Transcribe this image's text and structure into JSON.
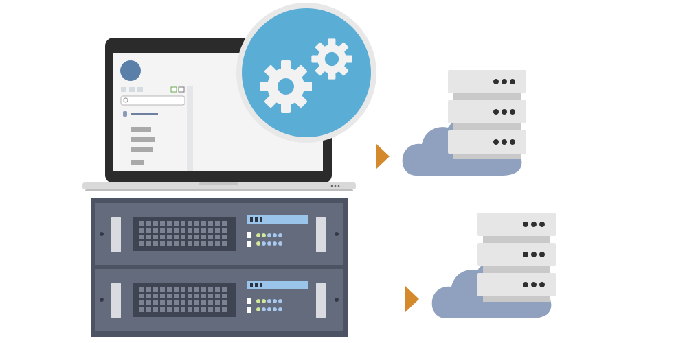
{
  "colors": {
    "laptop_frame": "#2b2b2b",
    "laptop_base": "#d9d9d9",
    "screen_bg": "#f4f4f4",
    "avatar": "#5a7fa8",
    "gear_circle": "#5aaed6",
    "gear_ring": "#e8e8e8",
    "gear": "#f2f2f2",
    "rack_outer": "#4c5363",
    "rack_unit": "#646b7c",
    "rack_grille": "#3e4451",
    "rack_vent": "#7c8292",
    "rack_led_bar": "#9bc4ea",
    "led_green": "#d5e89a",
    "led_blue": "#a8c8ee",
    "cloud": "#8fa1be",
    "server_unit": "#e6e6e6",
    "server_dot": "#2f2f2f",
    "arrow": "#d4892c"
  },
  "icons": {
    "gears": "gear-icon",
    "search": "search-icon",
    "arrow": "play-arrow-icon",
    "cloud": "cloud-icon",
    "server": "server-icon",
    "rack": "rack-server-icon"
  },
  "cloud_servers": [
    {
      "name": "cloud-server-top"
    },
    {
      "name": "cloud-server-bottom"
    }
  ],
  "rack_units": [
    {
      "name": "rack-unit-top"
    },
    {
      "name": "rack-unit-bottom"
    }
  ]
}
